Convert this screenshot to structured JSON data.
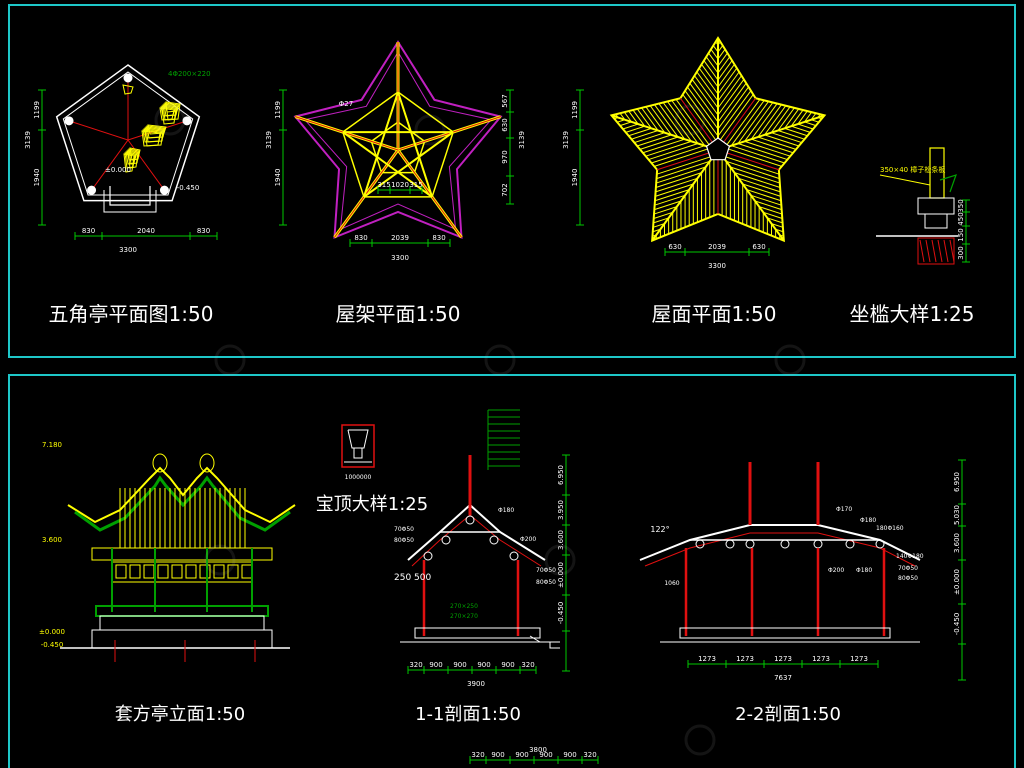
{
  "titles": {
    "pentagon_plan": "五角亭平面图1:50",
    "roof_frame_plan": "屋架平面1:50",
    "roof_plan": "屋面平面1:50",
    "bench_detail": "坐槛大样1:25",
    "finial_detail": "宝顶大样1:25",
    "elevation": "套方亭立面1:50",
    "section_11": "1-1剖面1:50",
    "section_22": "2-2剖面1:50"
  },
  "dims": {
    "plan_bottom": [
      "830",
      "2040",
      "830"
    ],
    "plan_total": "3300",
    "plan_left": [
      "1199",
      "1940"
    ],
    "plan_left_total": "3139",
    "plan_col": "4Φ200×220",
    "plan_level": "±0.000",
    "plan_step": "-0.450",
    "frame_bottom": [
      "830",
      "2039",
      "830"
    ],
    "frame_inner": [
      "315",
      "1020",
      "315"
    ],
    "frame_total": "3300",
    "frame_left": [
      "1199",
      "1940"
    ],
    "frame_left_total": "3139",
    "frame_right": [
      "567",
      "630",
      "970",
      "702"
    ],
    "frame_right_total": "3139",
    "frame_tag": "Φ27",
    "roof_bottom": [
      "630",
      "2039",
      "630"
    ],
    "roof_total": "3300",
    "roof_left": [
      "1199",
      "1940"
    ],
    "roof_left_total": "3139",
    "bench_note": "350×40 樟子松条板",
    "bench_dims": [
      "350",
      "450",
      "150",
      "300"
    ],
    "elev_top": "7.180",
    "elev_mid": "3.600",
    "elev_lv0": "±0.000",
    "elev_lv1": "-0.450",
    "finial_note": "1000000",
    "s11_levels": [
      "6.950",
      "3.950",
      "3.600",
      "±0.000",
      "-0.450"
    ],
    "s11_bottom": [
      "320",
      "900",
      "900",
      "900",
      "900",
      "320"
    ],
    "s11_total": "3900",
    "s11_side": "250 500",
    "s11_tags": [
      "Φ200",
      "Φ180",
      "Φ200",
      "70Φ50",
      "80Φ50",
      "70Φ50",
      "80Φ50"
    ],
    "s11_cols": [
      "270×250",
      "270×270"
    ],
    "s11_total_bottom": "3800",
    "s11_bottom_row": [
      "320",
      "900",
      "900",
      "900",
      "900",
      "320"
    ],
    "s22_levels": [
      "6.950",
      "5.030",
      "3.600",
      "±0.000",
      "-0.450"
    ],
    "s22_bottom": [
      "1273",
      "1273",
      "1273",
      "1273",
      "1273"
    ],
    "s22_total": "7637",
    "s22_angle": "122°",
    "s22_left": "1060",
    "s22_tags": [
      "Φ170",
      "Φ180",
      "Φ200",
      "Φ180",
      "180Φ160",
      "140Φ180",
      "70Φ50",
      "80Φ50"
    ]
  },
  "colors": {
    "frame": "#1ec7c9",
    "dim_line": "#00c800",
    "red": "#e01010",
    "yellow": "#ffff00",
    "magenta": "#c020c0",
    "white": "#ffffff",
    "green_fill": "#00a000"
  }
}
